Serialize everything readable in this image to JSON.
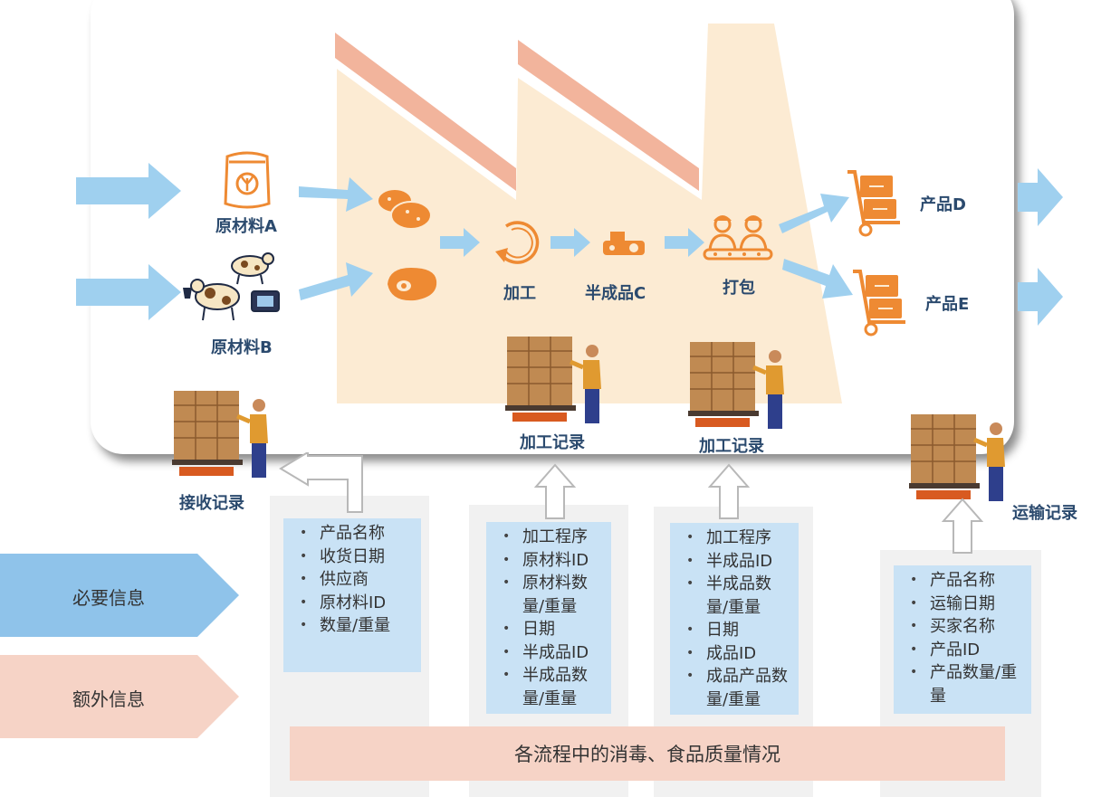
{
  "materials": {
    "a_label": "原材料A",
    "b_label": "原材料B"
  },
  "process": {
    "process_label": "加工",
    "semi_label": "半成品C",
    "pack_label": "打包"
  },
  "products": {
    "d_label": "产品D",
    "e_label": "产品E"
  },
  "records": {
    "receive": "接收记录",
    "process1": "加工记录",
    "process2": "加工记录",
    "transport": "运输记录"
  },
  "legend": {
    "required": "必要信息",
    "extra": "额外信息"
  },
  "lists": {
    "receive": [
      "产品名称",
      "收货日期",
      "供应商",
      "原材料ID",
      "数量/重量"
    ],
    "process1": [
      "加工程序",
      "原材料ID",
      "原材料数量/重量",
      "日期",
      "半成品ID",
      "半成品数量/重量"
    ],
    "process2": [
      "加工程序",
      "半成品ID",
      "半成品数量/重量",
      "日期",
      "成品ID",
      "成品产品数量/重量"
    ],
    "transport": [
      "产品名称",
      "运输日期",
      "买家名称",
      "产品ID",
      "产品数量/重量"
    ]
  },
  "extra_info": "各流程中的消毒、食品质量情况",
  "colors": {
    "arrow_blue": "#9fd0ef",
    "legend_blue": "#8fc3ea",
    "legend_pink": "#f6d3c6",
    "factory": "#fcebd3",
    "roof": "#f2b49c",
    "icon_orange": "#ee8a33",
    "label_navy": "#2b4a6e",
    "list_blue": "#c9e2f5"
  }
}
